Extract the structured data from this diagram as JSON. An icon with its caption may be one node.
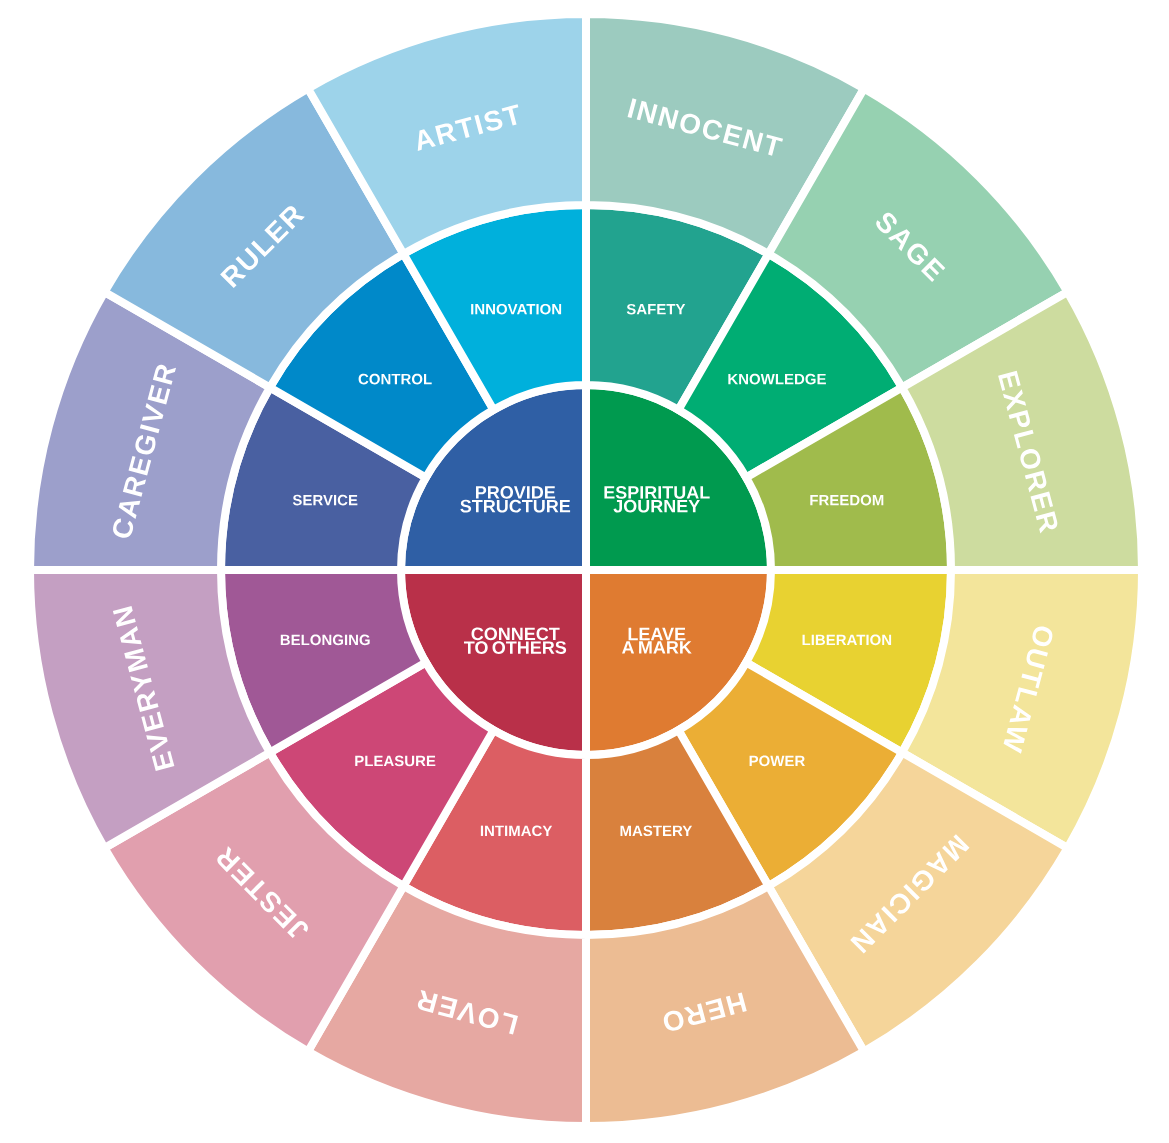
{
  "diagram": {
    "nodes": [
      {
        "text": [
          "PROVIDE STRUCTURE"
        ]
      },
      {
        "text": [
          "ESPIRITUAL JOURNEY"
        ]
      },
      {
        "text": [
          "CONNECT TO OTHERS"
        ]
      },
      {
        "text": [
          "LEAVE A MARK"
        ]
      },
      {
        "text": [
          "SAFETY"
        ]
      },
      {
        "text": [
          "KNOWLEDGE"
        ]
      },
      {
        "text": [
          "FREEDOM"
        ]
      },
      {
        "text": [
          "LIBERATION"
        ]
      },
      {
        "text": [
          "POWER"
        ]
      },
      {
        "text": [
          "MASTERY"
        ]
      },
      {
        "text": [
          "INTIMACY"
        ]
      },
      {
        "text": [
          "PLEASURE"
        ]
      },
      {
        "text": [
          "BELONGING"
        ]
      },
      {
        "text": [
          "SERVICE"
        ]
      },
      {
        "text": [
          "CONTROL"
        ]
      },
      {
        "text": [
          "INNOVATION"
        ]
      },
      {
        "text": [
          "INNOCENT"
        ]
      },
      {
        "text": [
          "SAGE"
        ]
      },
      {
        "text": [
          "EXPLORER"
        ]
      },
      {
        "text": [
          "OUTLAW"
        ]
      },
      {
        "text": [
          "MAGICIAN"
        ]
      },
      {
        "text": [
          "HERO"
        ]
      },
      {
        "text": [
          "LOVER"
        ]
      },
      {
        "text": [
          "JESTER"
        ]
      },
      {
        "text": [
          "EVERYMAN"
        ]
      },
      {
        "text": [
          "CAREGIVER"
        ]
      },
      {
        "text": [
          "RULER"
        ]
      },
      {
        "text": [
          "ARTIST"
        ]
      }
    ]
  }
}
